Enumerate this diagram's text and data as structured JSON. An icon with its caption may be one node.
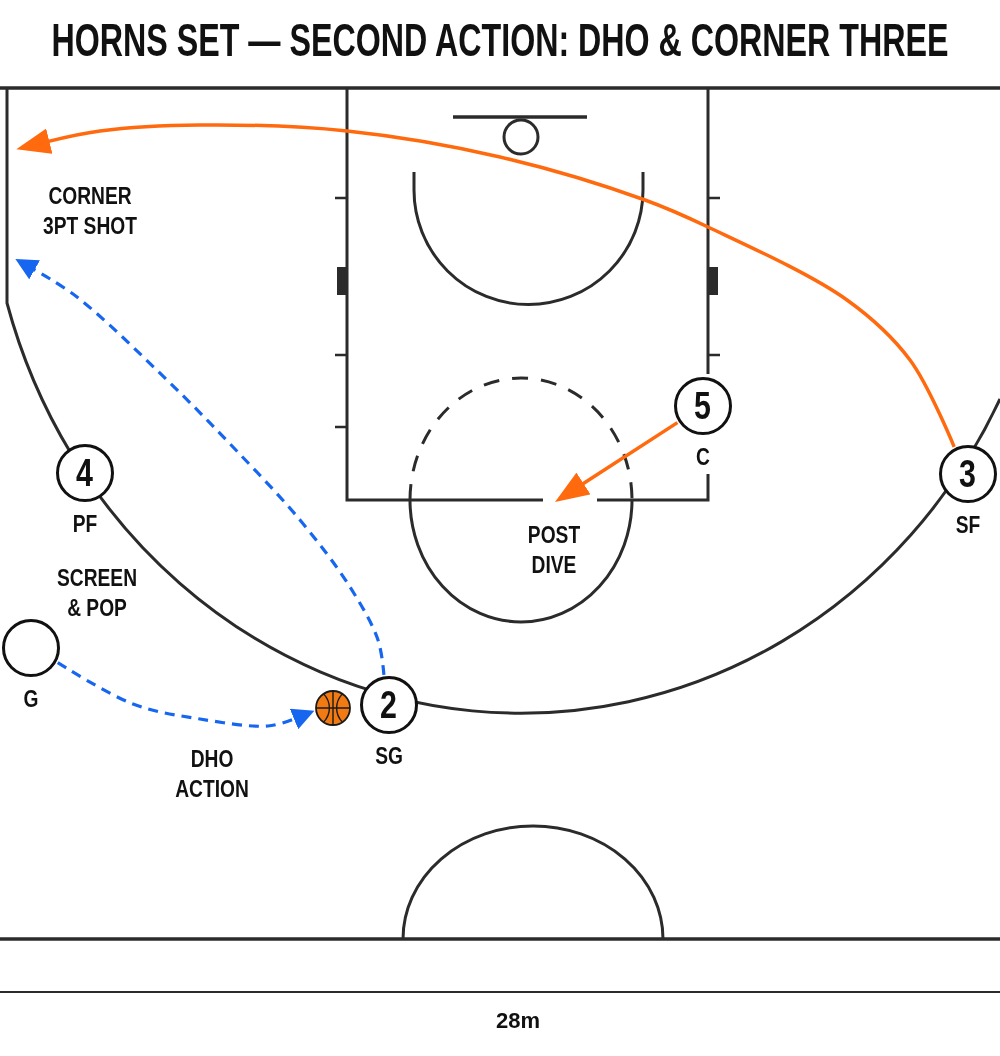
{
  "diagram": {
    "title": "HORNS SET — SECOND ACTION: DHO & CORNER THREE",
    "nodes": [
      {
        "text": [
          "5"
        ],
        "beside": [
          "C"
        ]
      },
      {
        "text": [
          "4"
        ],
        "beside": [
          "PF"
        ]
      },
      {
        "text": [
          "3"
        ],
        "beside": [
          "SF"
        ]
      },
      {
        "text": [],
        "shape": "circle",
        "beside": [
          "G"
        ]
      },
      {
        "text": [],
        "shape": "ball"
      },
      {
        "text": [
          "2"
        ],
        "beside": [
          "SG"
        ]
      }
    ],
    "edges": [
      {
        "from": 3,
        "to": 4,
        "arrow": "to",
        "style": "dashed",
        "color": "#1766f0"
      },
      {
        "from": 5,
        "to": null,
        "arrow": "to",
        "style": "dashed",
        "color": "#1766f0"
      },
      {
        "from": 2,
        "to": null,
        "arrow": "to",
        "color": "#ff6a0f"
      },
      {
        "from": 0,
        "to": null,
        "arrow": "to",
        "color": "#ff6a0f"
      }
    ],
    "labels": [
      "CORNER 3PT SHOT",
      "POST DIVE",
      "SCREEN & POP",
      "DHO ACTION",
      "28m"
    ]
  }
}
